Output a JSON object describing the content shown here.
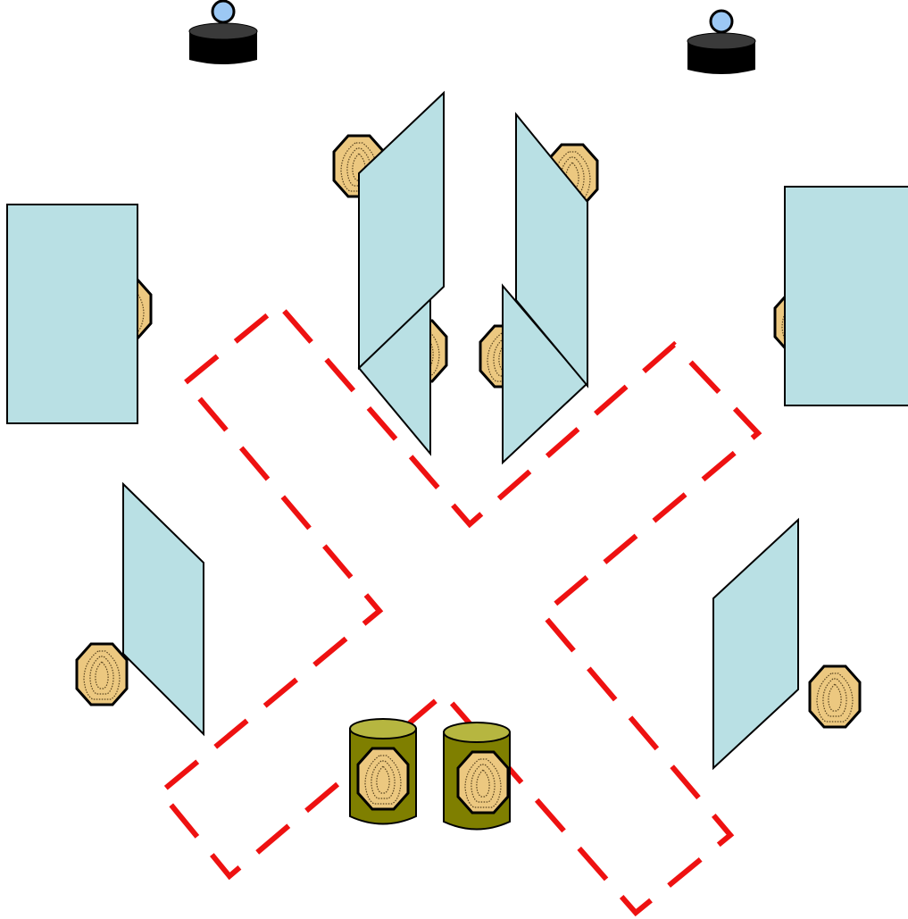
{
  "scene": {
    "background": "#ffffff",
    "colors": {
      "panel_fill": "#b9e0e4",
      "target_fill": "#ecc880",
      "lane_stroke": "#ee1111",
      "barrel_fill": "#7f7f00",
      "barrel_top": "#b6b640",
      "camera_body": "#000000",
      "camera_lens": "#9cc8f4"
    },
    "icons": {
      "camera": "security-camera-icon",
      "target": "octagon-silhouette-target-icon",
      "barrel": "barrel-cover-icon",
      "panel": "glass-wall-panel",
      "lane": "dashed-lane-outline"
    },
    "counts": {
      "cameras": 2,
      "panels": 8,
      "targets": 10,
      "barrels": 2,
      "lanes": 2
    }
  }
}
